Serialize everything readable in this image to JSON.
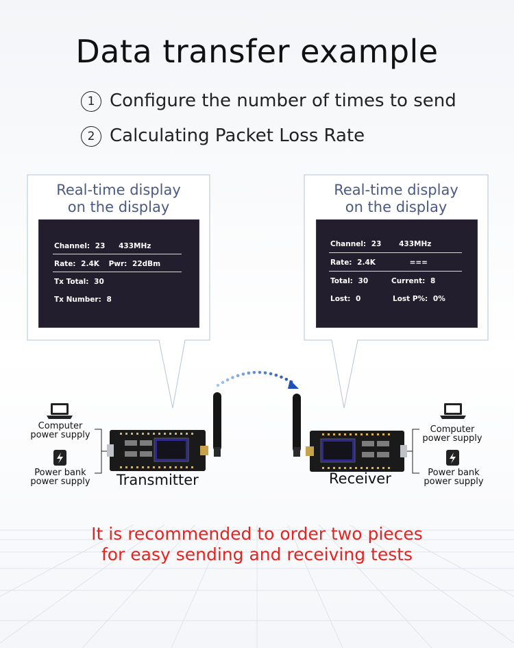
{
  "title": "Data transfer example",
  "steps": [
    {
      "num": "1",
      "text": "Configure the number of times to send"
    },
    {
      "num": "2",
      "text": "Calculating Packet Loss Rate"
    }
  ],
  "transmitter": {
    "caption_line1": "Real-time display",
    "caption_line2": "on the display",
    "screen": {
      "channel_label": "Channel:",
      "channel_value": "23",
      "freq": "433MHz",
      "rate_label": "Rate:",
      "rate_value": "2.4K",
      "pwr_label": "Pwr:",
      "pwr_value": "22dBm",
      "tx_total_label": "Tx Total:",
      "tx_total_value": "30",
      "tx_number_label": "Tx Number:",
      "tx_number_value": "8"
    },
    "device_label": "Transmitter"
  },
  "receiver": {
    "caption_line1": "Real-time display",
    "caption_line2": "on the display",
    "screen": {
      "channel_label": "Channel:",
      "channel_value": "23",
      "freq": "433MHz",
      "rate_label": "Rate:",
      "rate_value": "2.4K",
      "rate_extra": "===",
      "total_label": "Total:",
      "total_value": "30",
      "current_label": "Current:",
      "current_value": "8",
      "lost_label": "Lost:",
      "lost_value": "0",
      "lost_pct_label": "Lost P%:",
      "lost_pct_value": "0%"
    },
    "device_label": "Receiver"
  },
  "power": {
    "computer_line1": "Computer",
    "computer_line2": "power supply",
    "bank_line1": "Power bank",
    "bank_line2": "power supply"
  },
  "recommend_line1": "It is recommended to order two pieces",
  "recommend_line2": "for easy sending and receiving tests",
  "colors": {
    "caption": "#4a5a82",
    "screen_bg": "#231e2d",
    "recommend": "#e8221f",
    "arrow_start": "#9ec9f0",
    "arrow_end": "#2250b8"
  },
  "icons": [
    "laptop-icon",
    "power-bank-icon",
    "antenna-icon",
    "wireless-arrow-icon"
  ]
}
